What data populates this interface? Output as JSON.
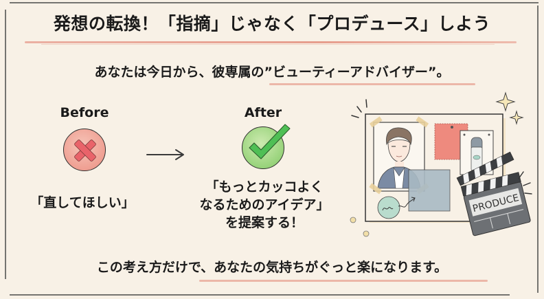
{
  "title": "発想の転換！「指摘」じゃなく「プロデュース」しよう",
  "subtitle": "あなたは今日から、彼専属の”ビューティーアドバイザー”。",
  "before": {
    "label": "Before",
    "icon": "x-mark-icon",
    "text": "「直してほしい」",
    "color": "#ef9f92"
  },
  "after": {
    "label": "After",
    "icon": "check-mark-icon",
    "text_lines": [
      "「もっとカッコよく",
      "なるためのアイデア」",
      "を提案する！"
    ],
    "color": "#98d37b"
  },
  "illustration": {
    "description": "moodboard with portrait, fabric swatches, product bottle and clapperboard",
    "clapperboard_text": "PRODUCE"
  },
  "bottom": {
    "text": "この考え方だけで、あなたの気持ちがぐっと楽になります。"
  },
  "colors": {
    "background": "#f8f1e6",
    "underline": "#e8a393",
    "text": "#1a1a1a"
  }
}
